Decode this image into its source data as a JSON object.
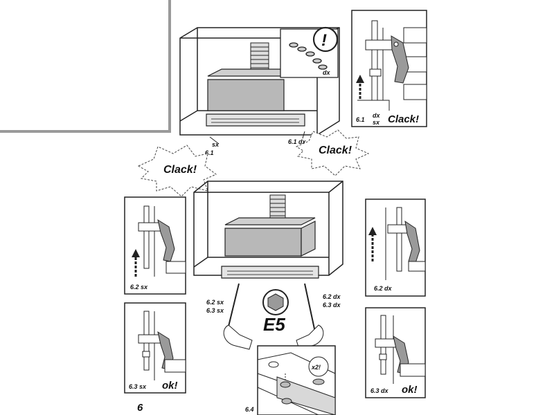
{
  "page_number": "6",
  "top": {
    "warning_symbol": "!",
    "dx_label": "dx",
    "label_sx": "sx",
    "label_61": "6.1",
    "label_61_dx": "6.1 dx",
    "clack_left": "Clack!",
    "clack_right": "Clack!"
  },
  "inset_top_right": {
    "step": "6.1",
    "sides": [
      "dx",
      "sx"
    ],
    "clack": "Clack!"
  },
  "inset_62sx": {
    "label": "6.2 sx"
  },
  "inset_62dx": {
    "label": "6.2 dx"
  },
  "inset_63sx": {
    "label": "6.3 sx",
    "ok": "ok!"
  },
  "inset_63dx": {
    "label": "6.3 dx",
    "ok": "ok!"
  },
  "middle": {
    "left_labels": [
      "6.2 sx",
      "6.3 sx"
    ],
    "right_labels": [
      "6.2 dx",
      "6.3 dx"
    ],
    "tool_code": "E5"
  },
  "bottom_inset": {
    "step": "6.4",
    "multiplier": "x2!"
  },
  "colors": {
    "line": "#222222",
    "gray": "#9a9a9a",
    "light_gray": "#d0d0d0",
    "mid_gray": "#b8b8b8"
  }
}
